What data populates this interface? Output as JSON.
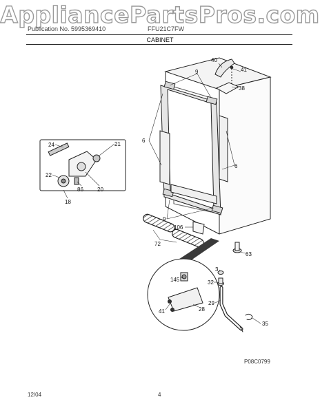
{
  "watermark": "AppliancePartsPros.com",
  "header": {
    "left": "Publication No. 5995369410",
    "right": "FFU21C7FW",
    "title": "CABINET"
  },
  "callouts": {
    "c40": "40",
    "c41a": "41",
    "c38": "38",
    "c9a": "9",
    "c6a": "6",
    "c6b": "6",
    "c9b": "9",
    "c24": "24",
    "c21": "21",
    "c22": "22",
    "c86": "86",
    "c20": "20",
    "c18": "18",
    "c106": "106",
    "c72": "72",
    "c63": "63",
    "c3": "3",
    "c32": "32",
    "c145": "145",
    "c29": "29",
    "c41b": "41",
    "c28": "28",
    "c35": "35"
  },
  "figure_code": "P08C0799",
  "footer": {
    "date": "12/04",
    "page": "4"
  }
}
